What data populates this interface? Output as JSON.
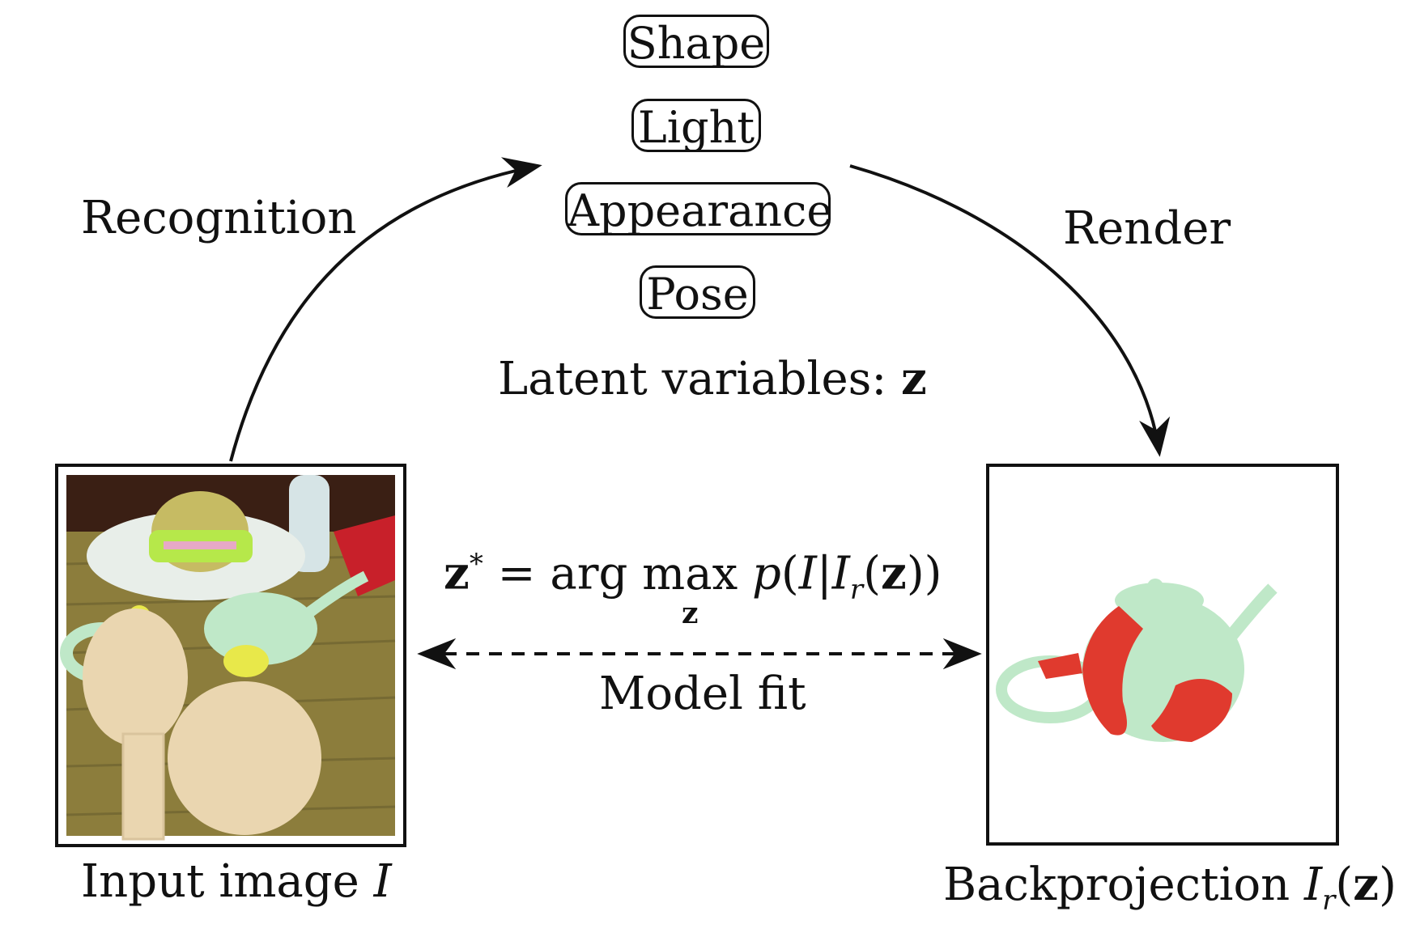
{
  "latent": {
    "boxes": [
      "Shape",
      "Light",
      "Appearance",
      "Pose"
    ],
    "caption_prefix": "Latent variables: ",
    "caption_var": "z"
  },
  "arrows": {
    "recognition_label": "Recognition",
    "render_label": "Render",
    "model_fit_label": "Model fit"
  },
  "equation": {
    "lhs": "z",
    "star": "*",
    "equals": " = arg ",
    "max": "max",
    "max_sub": "z",
    "p": "p",
    "open": "(",
    "I": "I",
    "bar": "|",
    "Ir": "I",
    "r": "r",
    "open2": "(",
    "z": "z",
    "close": "))"
  },
  "input_image": {
    "caption_prefix": "Input image ",
    "caption_var": "I"
  },
  "backprojection": {
    "caption_prefix": "Backprojection ",
    "caption_var": "I",
    "caption_sub": "r",
    "caption_open": "(",
    "caption_z": "z",
    "caption_close": ")"
  },
  "colors": {
    "teapot": "#bfe8c8",
    "highlight": "#e03a2e",
    "table": "#8a7a3a",
    "wood_dark": "#3a1f14",
    "salt": "#ead6b0",
    "cap": "#e8e84a"
  }
}
